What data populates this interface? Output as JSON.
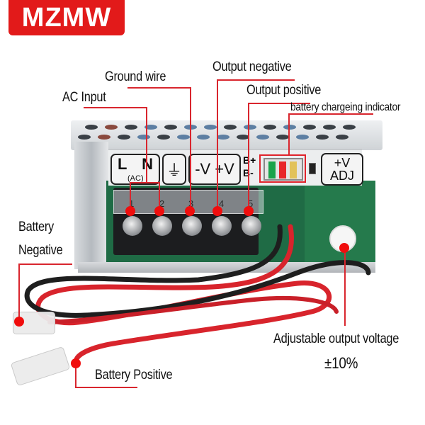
{
  "brand": {
    "logo_text": "MZMW",
    "color": "#e21a1a"
  },
  "callouts": {
    "ac_input": "AC  Input",
    "ground_wire": "Ground wire",
    "output_negative": "Output negative",
    "output_positive": "Output positive",
    "battery_indicator": "battery chargeing indicator",
    "battery_negative_line1": "Battery",
    "battery_negative_line2": "Negative",
    "adjustable_voltage": "Adjustable output voltage",
    "adjustable_range": "±10%",
    "battery_positive": "Battery Positive"
  },
  "panel": {
    "ac_box_l": "L",
    "ac_box_n": "N",
    "ac_box_sub": "(AC)",
    "ground_symbol": "⏚",
    "neg_v": "-V",
    "pos_v": "+V",
    "b_plus": "B+",
    "b_minus": "B-",
    "adj_line1": "+V",
    "adj_line2": "ADJ"
  },
  "terminals": [
    "1",
    "2",
    "3",
    "4",
    "5"
  ],
  "indicator_leds": [
    "#1aa34a",
    "#e8262a",
    "#e2c25a"
  ],
  "colors": {
    "leader_line": "#d9262e",
    "dot": "#f00d0d"
  }
}
